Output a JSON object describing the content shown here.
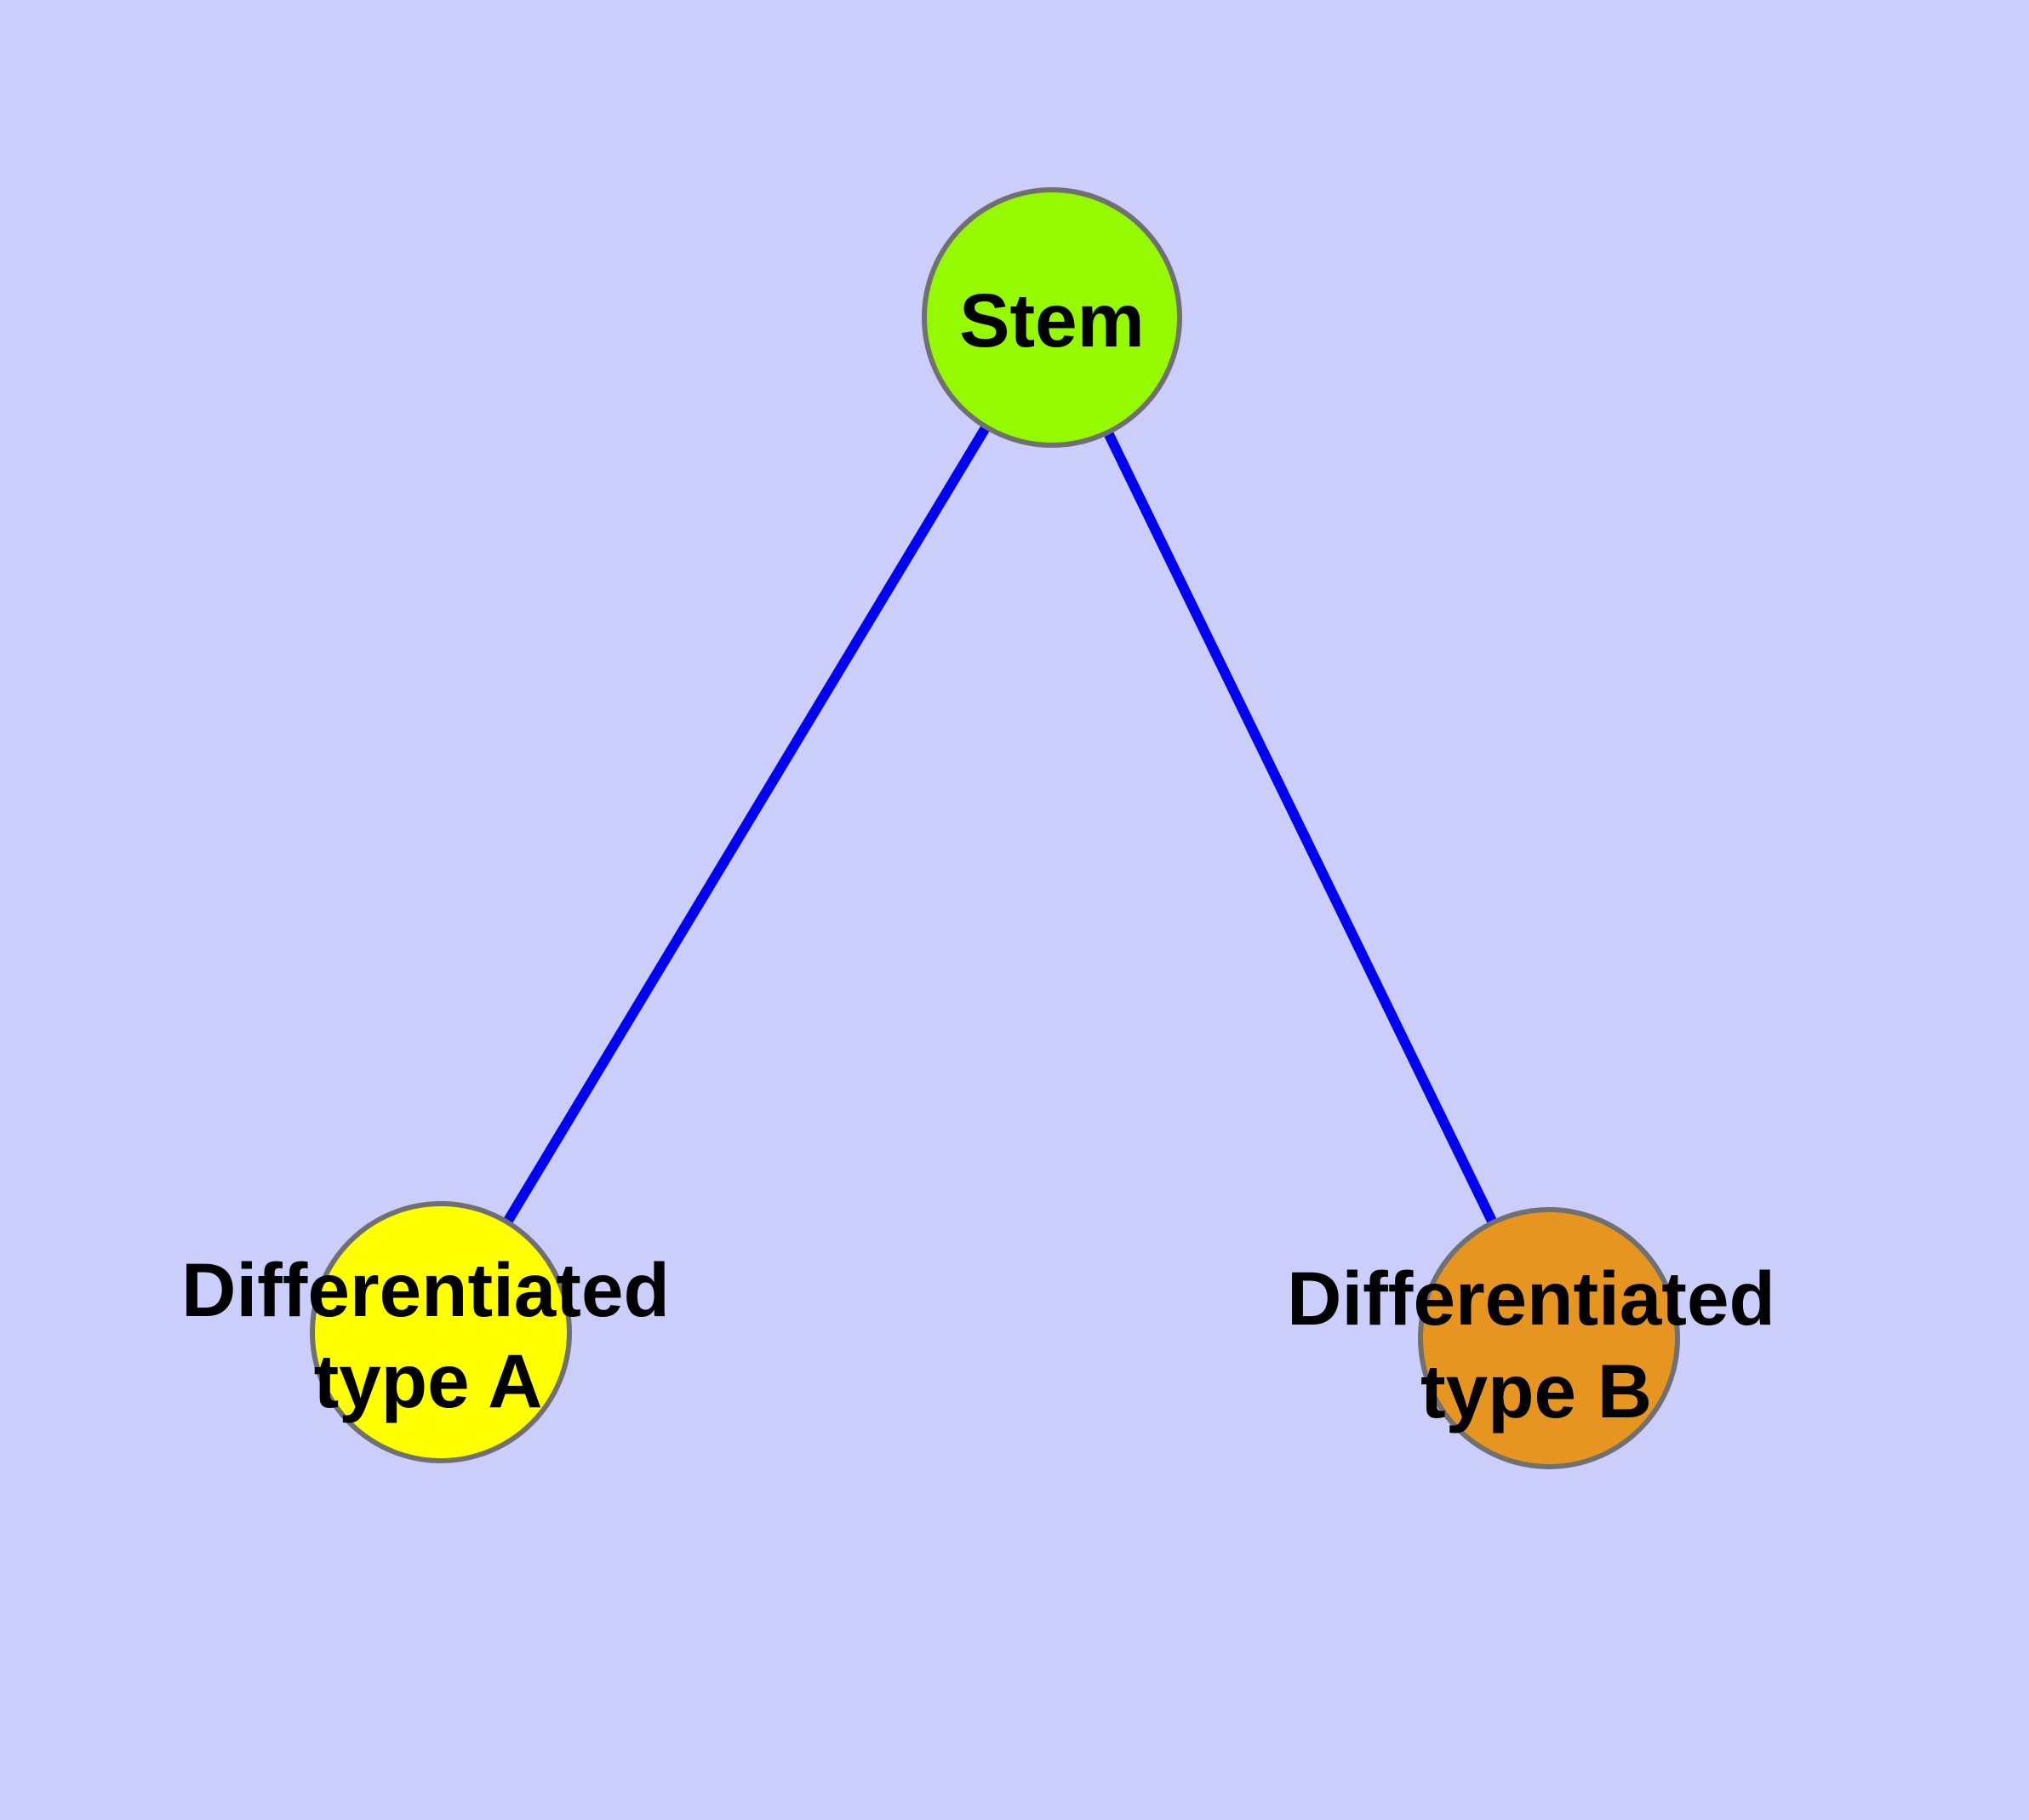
{
  "diagram": {
    "background_color": "#cbcdfa",
    "edge_color": "#0202f2",
    "node_border_color": "#707070",
    "label_color": "#000000",
    "nodes": [
      {
        "id": "stem",
        "label": "Stem",
        "color": "#95f900"
      },
      {
        "id": "type-a",
        "label_line1": "Differentiated",
        "label_line2": "type A",
        "color": "#ffff00"
      },
      {
        "id": "type-b",
        "label_line1": "Differentiated",
        "label_line2": "type B",
        "color": "#e69620"
      }
    ],
    "edges": [
      {
        "from": "stem",
        "to": "type-a"
      },
      {
        "from": "stem",
        "to": "type-b"
      }
    ]
  }
}
